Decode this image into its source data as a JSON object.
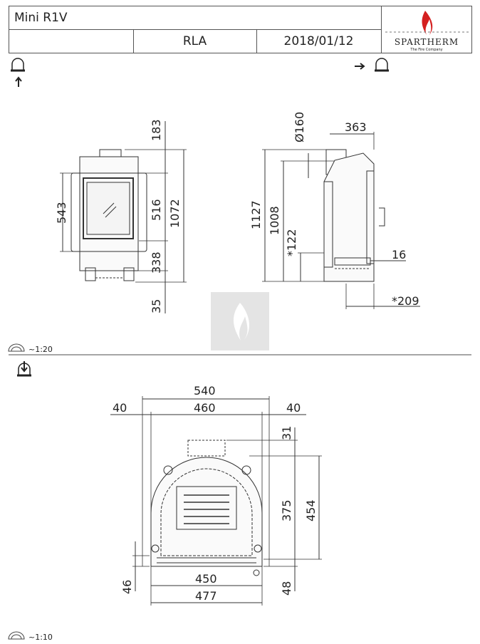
{
  "header": {
    "title": "Mini R1V",
    "code": "RLA",
    "date": "2018/01/12",
    "brand": "SPARTHERM",
    "brand_tagline": "The Fire Company"
  },
  "scales": {
    "top": "~1:20",
    "bottom": "~1:10"
  },
  "front_view": {
    "d183": "183",
    "d516": "516",
    "d338": "338",
    "d35": "35",
    "d1072": "1072",
    "d543": "543"
  },
  "side_view": {
    "d160": "Ø160",
    "d363": "363",
    "d1127": "1127",
    "d1008": "1008",
    "d122": "*122",
    "d16": "16",
    "d209": "*209"
  },
  "plan_view": {
    "d540": "540",
    "d40l": "40",
    "d460": "460",
    "d40r": "40",
    "d31": "31",
    "d375": "375",
    "d454": "454",
    "d450": "450",
    "d477": "477",
    "d46": "46",
    "d48": "48"
  },
  "colors": {
    "line": "#333333",
    "flame": "#d42020",
    "watermark": "#d8d8d8"
  }
}
